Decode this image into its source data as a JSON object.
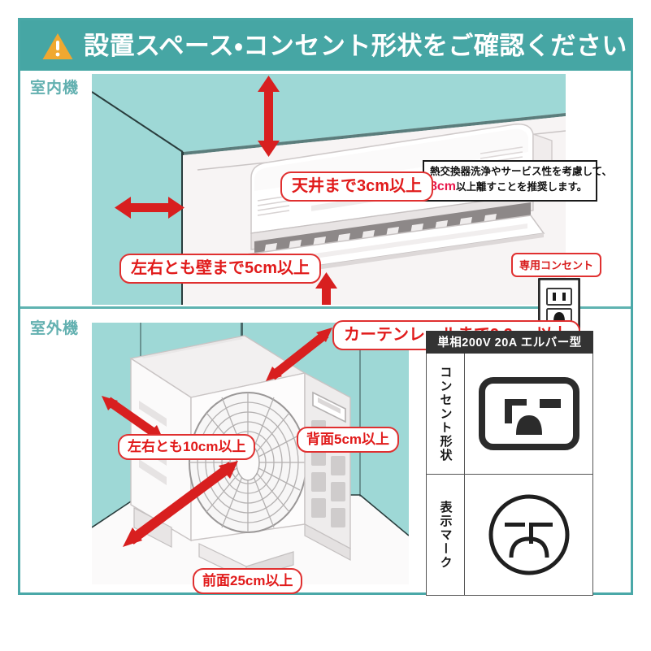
{
  "header": {
    "icon": "warning-triangle-icon",
    "title": "設置スペース・コンセント形状をご確認ください",
    "bg_color": "#46a6a4",
    "text_color": "#ffffff"
  },
  "frame": {
    "border_color": "#4aa8a8"
  },
  "indoor": {
    "section_label": "室内機",
    "callouts": {
      "ceiling": "天井まで3cm以上",
      "sides": "左右とも壁まで5cm以上",
      "curtain": "カーテンレールまで9.2cm以上"
    },
    "note": {
      "line1": "熱交換器洗浄やサービス性を考慮して、",
      "highlight": "8cm",
      "line2_rest": "以上離すことを推奨します。"
    },
    "outlet": {
      "label": "専用コンセント",
      "icon": "wall-outlet-icon"
    }
  },
  "outdoor": {
    "section_label": "室外機",
    "callouts": {
      "left_right": "左右とも10cm以上",
      "back": "背面5cm以上",
      "front": "前面25cm以上"
    }
  },
  "spec_table": {
    "header": "単相200V 20A エルバー型",
    "rows": [
      {
        "label": "コンセント形状",
        "icon": "outlet-shape-elbar-icon"
      },
      {
        "label": "表示マーク",
        "icon": "display-mark-icon"
      }
    ]
  },
  "colors": {
    "teal": "#46a6a4",
    "teal_light": "#8fd3d3",
    "wall": "#9ed8d6",
    "red": "#e03030",
    "red_text": "#e11b1b",
    "pink_highlight": "#e8174a",
    "orange_warning": "#f0a830",
    "floor": "#f3eeee"
  }
}
